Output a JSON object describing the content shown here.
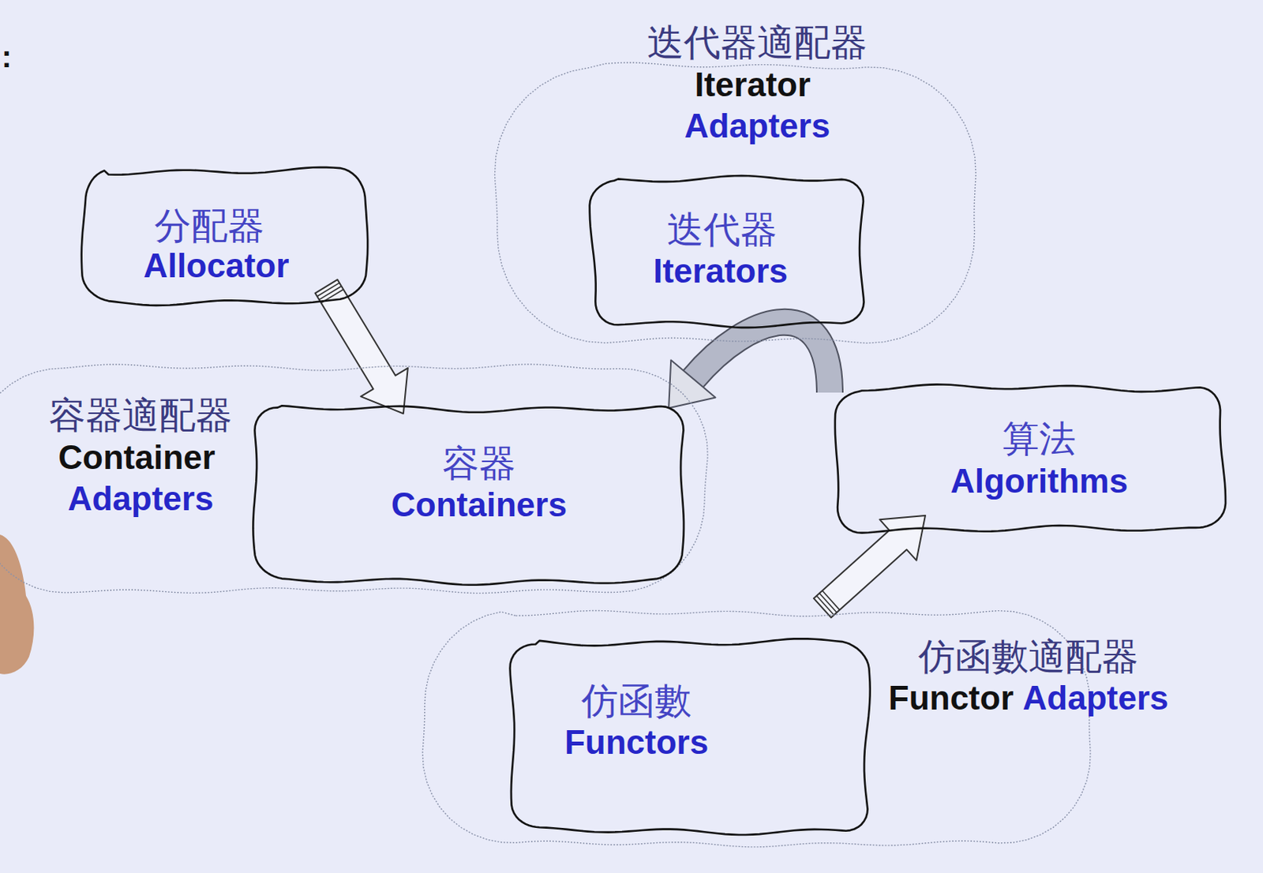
{
  "diagram": {
    "nodes": [
      {
        "text": [
          "迭代器適配器",
          "Iterator",
          "Adapters"
        ]
      },
      {
        "text": [
          "迭代器",
          "Iterators"
        ],
        "in": 0
      },
      {
        "text": [
          "分配器",
          "Allocator"
        ]
      },
      {
        "text": [
          "容器適配器",
          "Container",
          "Adapters"
        ]
      },
      {
        "text": [
          "容器",
          "Containers"
        ],
        "in": 3
      },
      {
        "text": [
          "算法",
          "Algorithms"
        ]
      },
      {
        "text": [
          "仿函數適配器",
          "Functor",
          "Adapters"
        ]
      },
      {
        "text": [
          "仿函數",
          "Functors"
        ],
        "in": 6
      }
    ],
    "edges": [
      {
        "from": 2,
        "to": 4,
        "arrow": "to"
      },
      {
        "from": 5,
        "to": 4,
        "arrow": "to"
      },
      {
        "from": 6,
        "to": 5,
        "arrow": "to"
      }
    ],
    "labels": [
      ":"
    ]
  }
}
